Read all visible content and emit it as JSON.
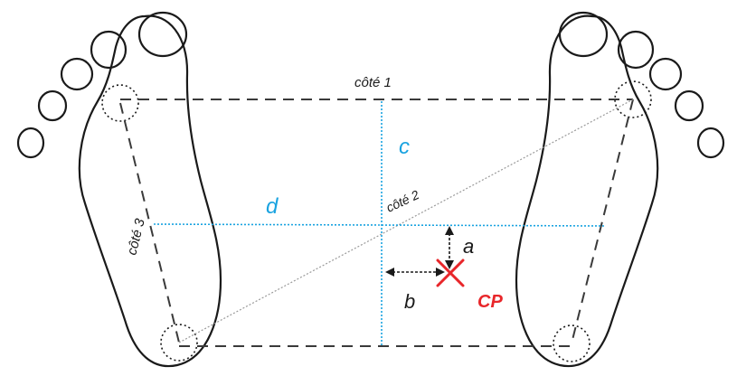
{
  "labels": {
    "side1": "côté 1",
    "side2": "côté 2",
    "side3": "côté 3",
    "c": "c",
    "d": "d",
    "a": "a",
    "b": "b",
    "cp": "CP"
  },
  "colors": {
    "outline": "#1a1a1a",
    "dashed": "#3a3a3a",
    "blue": "#1aa3e0",
    "red": "#e8262a",
    "diag": "#9a9a9a"
  }
}
